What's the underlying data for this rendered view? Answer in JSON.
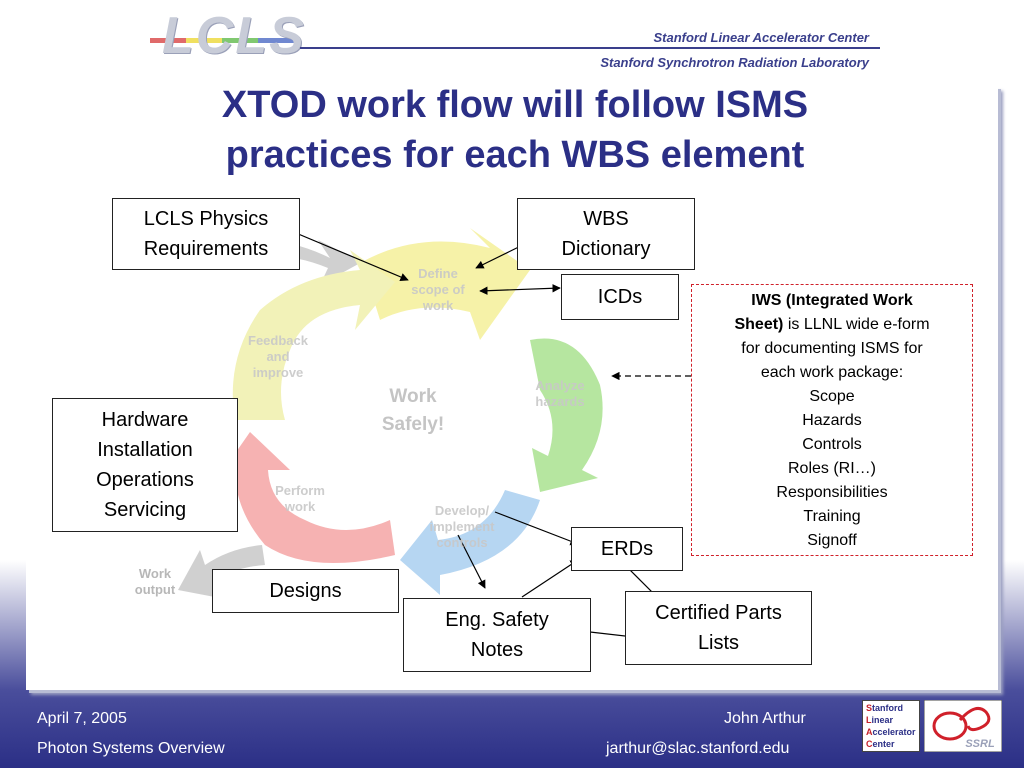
{
  "header": {
    "logo": "LCLS",
    "org1": "Stanford Linear Accelerator Center",
    "org2": "Stanford Synchrotron Radiation Laboratory"
  },
  "title": {
    "line1": "XTOD work flow will follow ISMS",
    "line2": "practices for each WBS element"
  },
  "cycle": {
    "center_line1": "Work",
    "center_line2": "Safely!",
    "define": [
      "Define",
      "scope of",
      "work"
    ],
    "analyze": [
      "Analyze",
      "hazards"
    ],
    "develop": [
      "Develop/",
      "implement",
      "controls"
    ],
    "perform": [
      "Perform",
      "work"
    ],
    "feedback": [
      "Feedback",
      "and",
      "improve"
    ],
    "output": [
      "Work",
      "output"
    ]
  },
  "boxes": {
    "lcls_physics": [
      "LCLS Physics",
      "Requirements"
    ],
    "wbs": [
      "WBS",
      "Dictionary"
    ],
    "icds": "ICDs",
    "hardware": [
      "Hardware",
      "Installation",
      "Operations",
      "Servicing"
    ],
    "erds": "ERDs",
    "designs": "Designs",
    "eng_safety": [
      "Eng. Safety",
      "Notes"
    ],
    "certified": [
      "Certified Parts",
      "Lists"
    ]
  },
  "iws": {
    "bold_line1": "IWS (Integrated Work",
    "bold_line2_part": "Sheet)",
    "line2_rest": " is LLNL wide e-form",
    "line3": "for documenting ISMS for",
    "line4": "each work package:",
    "items": [
      "Scope",
      "Hazards",
      "Controls",
      "Roles (RI…)",
      "Responsibilities",
      "Training",
      "Signoff"
    ]
  },
  "footer": {
    "date": "April 7, 2005",
    "subject": "Photon Systems Overview",
    "author": "John Arthur",
    "email": "jarthur@slac.stanford.edu",
    "slac_letters": [
      "S",
      "L",
      "A",
      "C"
    ],
    "slac_words": [
      "tanford",
      "inear",
      "ccelerator",
      "enter"
    ],
    "ssrl": "SSRL"
  },
  "colors": {
    "title": "#2b2f86",
    "dashed_border": "#d0202a",
    "define_arrow": "#f6f2a8",
    "analyze_arrow": "#b6e6a0",
    "develop_arrow": "#b6d6f2",
    "perform_arrow": "#f6b2b2",
    "feedback_arrow": "#f2f2b8"
  }
}
